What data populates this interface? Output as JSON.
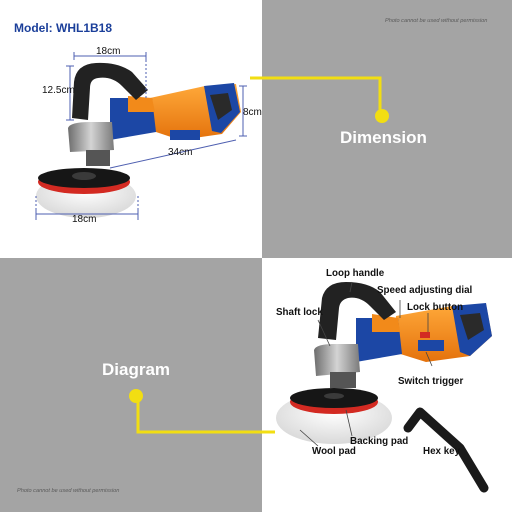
{
  "header": {
    "model": "Model: WHL1B18"
  },
  "notices": {
    "top": "Photo cannot be used without permission",
    "bottom": "Photo cannot be used without permission"
  },
  "dimension_panel": {
    "title": "Dimension",
    "measurements": {
      "top_width": "18cm",
      "handle_height": "12.5cm",
      "body_height": "8cm",
      "total_length": "34cm",
      "pad_width": "18cm"
    }
  },
  "diagram_panel": {
    "title": "Diagram",
    "parts": {
      "loop_handle": "Loop handle",
      "speed_dial": "Speed adjusting dial",
      "shaft_lock": "Shaft lock",
      "lock_button": "Lock button",
      "switch_trigger": "Switch trigger",
      "backing_pad": "Backing pad",
      "wool_pad": "Wool pad",
      "hex_key": "Hex key"
    }
  },
  "colors": {
    "accent_yellow": "#f2de12",
    "model_blue": "#1b3f9a",
    "body_orange": "#f28a1a",
    "gray_panel": "#a4a4a4",
    "dimension_line": "#4e5fb0"
  }
}
